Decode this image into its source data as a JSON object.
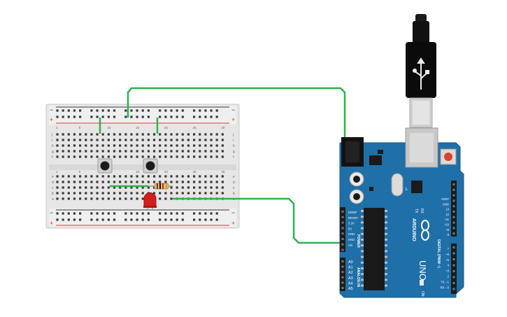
{
  "breadboard": {
    "rail_minus": "−",
    "rail_plus": "+",
    "row_letters_top": [
      "j",
      "i",
      "h",
      "g",
      "f"
    ],
    "row_letters_bottom": [
      "e",
      "d",
      "c",
      "b",
      "a"
    ],
    "column_numbers": [
      "1",
      "5",
      "10",
      "15",
      "20",
      "25",
      "30"
    ]
  },
  "arduino": {
    "model_label": "UNO",
    "brand_label": "ARDUINO",
    "on_label": "ON",
    "tx_label": "TX",
    "rx_label": "RX",
    "l_label": "L",
    "power_header_label": "POWER",
    "analog_header_label": "ANALOG IN",
    "digital_header_label": "DIGITAL (PWM ~)",
    "power_pins": [
      "IOREF",
      "RESET",
      "3.3V",
      "5V",
      "GND",
      "GND",
      "Vin"
    ],
    "analog_pins": [
      "A0",
      "A1",
      "A2",
      "A3",
      "A4",
      "A5"
    ],
    "digital_pins_top": [
      "AREF",
      "GND",
      "13",
      "12",
      "~11",
      "~10",
      "~9",
      "8"
    ],
    "digital_pins_bottom": [
      "7",
      "~6",
      "~5",
      "4",
      "~3",
      "2",
      "TX→1",
      "RX←0"
    ]
  },
  "colors": {
    "board_blue": "#1F6FA8",
    "wire_green": "#2DB34A",
    "led_red": "#D11F1F",
    "breadboard_body": "#E8E8E8",
    "rail_red": "#D9342B"
  },
  "components": [
    "breadboard",
    "pushbutton-1",
    "pushbutton-2",
    "resistor",
    "red-led",
    "arduino-uno",
    "usb-cable"
  ]
}
